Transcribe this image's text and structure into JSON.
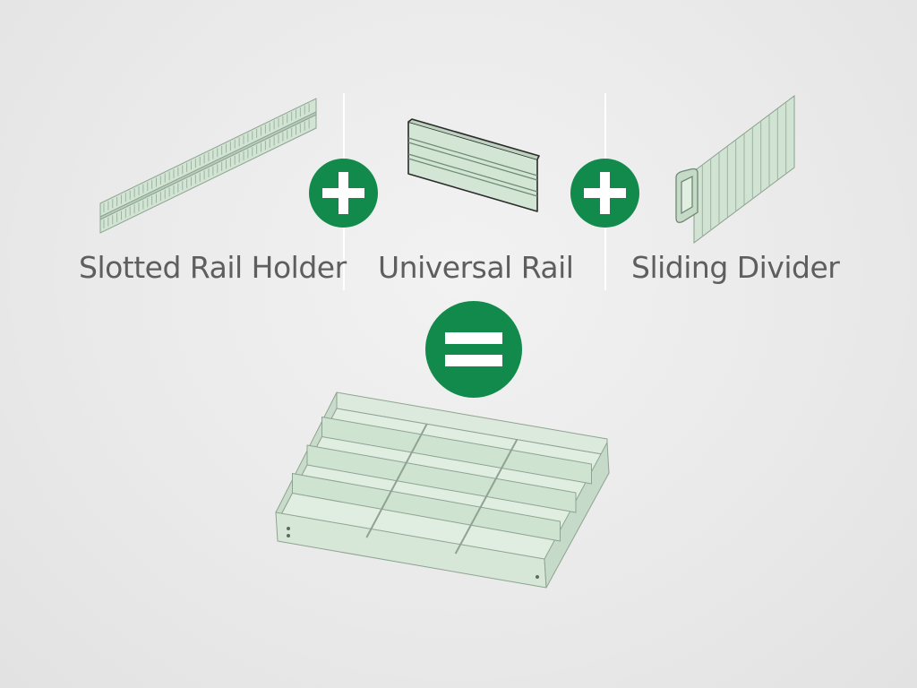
{
  "components": [
    {
      "name": "slotted-rail-holder",
      "label": "Slotted Rail Holder"
    },
    {
      "name": "universal-rail",
      "label": "Universal Rail"
    },
    {
      "name": "sliding-divider",
      "label": "Sliding Divider"
    }
  ],
  "operators": {
    "plus_icon": "plus-icon",
    "equals_icon": "equals-icon"
  },
  "colors": {
    "accent": "#118a4c",
    "part_fill": "#cfe3d1",
    "part_stroke": "#8a9e8d",
    "label_text": "#5e5e5e"
  }
}
